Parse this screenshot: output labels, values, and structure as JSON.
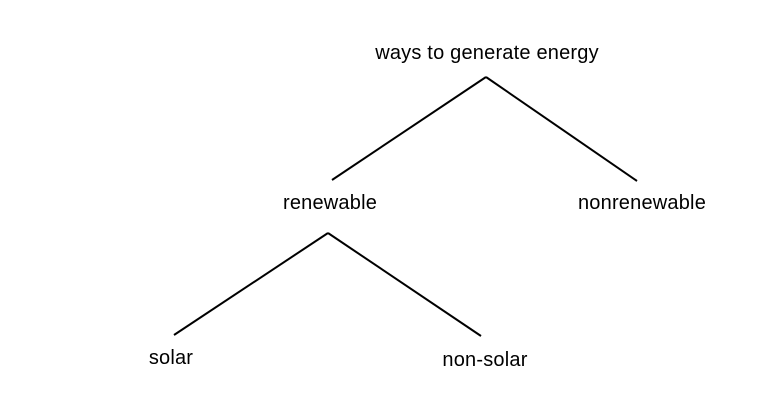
{
  "colors": {
    "background": "#ffffff",
    "line": "#000000",
    "text": "#000000"
  },
  "tree": {
    "root": {
      "label": "ways to generate energy",
      "children": [
        {
          "label": "renewable",
          "children": [
            {
              "label": "solar"
            },
            {
              "label": "non-solar"
            }
          ]
        },
        {
          "label": "nonrenewable"
        }
      ]
    }
  }
}
